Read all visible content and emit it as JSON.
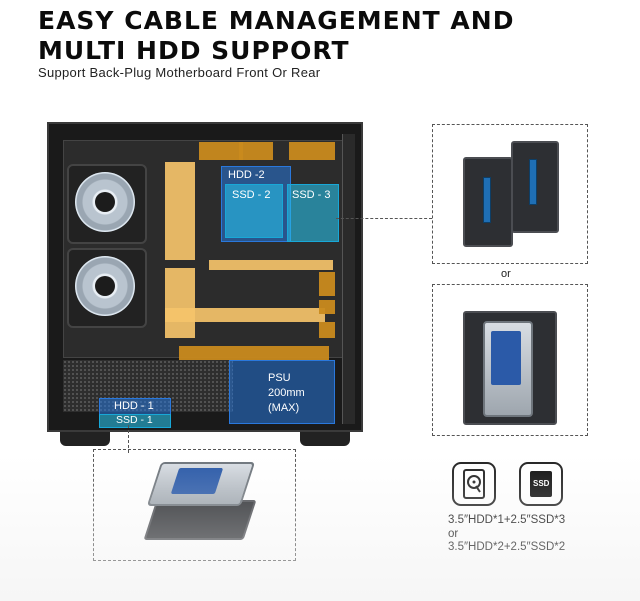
{
  "header": {
    "title_line1": "EASY CABLE MANAGEMENT AND",
    "title_line2": "MULTI HDD SUPPORT",
    "subtitle": "Support Back-Plug Motherboard Front Or Rear"
  },
  "case_labels": {
    "hdd_2": "HDD -2",
    "ssd_2": "SSD - 2",
    "ssd_3": "SSD - 3",
    "psu": "PSU",
    "psu_size": "200mm",
    "psu_max": "(MAX)",
    "hdd_1": "HDD - 1",
    "ssd_1": "SSD - 1"
  },
  "or_label": "or",
  "icons": {
    "hdd": "hdd-icon",
    "ssd": "ssd-icon",
    "ssd_text": "SSD"
  },
  "spec": {
    "line1": "3.5″HDD*1+2.5″SSD*3",
    "line2": "or",
    "line3": "3.5″HDD*2+2.5″SSD*2"
  },
  "colors": {
    "orange": "#f5c36a",
    "blue": "#2a78dc",
    "cyan": "#18a8d8"
  }
}
